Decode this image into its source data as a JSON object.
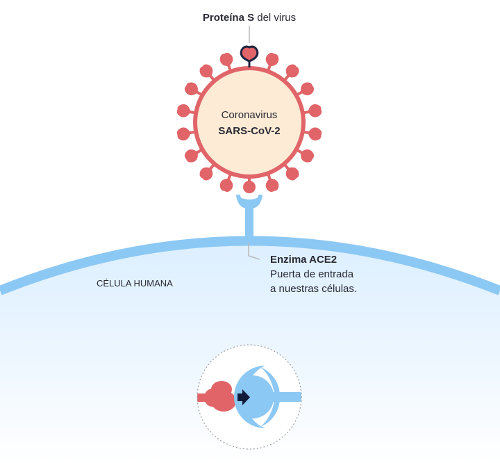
{
  "labels": {
    "spike_protein_bold": "Proteína S",
    "spike_protein_rest": " del virus",
    "virus_name_line1": "Coronavirus",
    "virus_name_line2": "SARS-CoV-2",
    "enzyme_title": "Enzima ACE2",
    "enzyme_desc_line1": "Puerta de entrada",
    "enzyme_desc_line2": "a nuestras células.",
    "cell_label": "CÉLULA HUMANA"
  },
  "colors": {
    "virus_spike": "#e06468",
    "virus_body": "#fdebd5",
    "highlight_spike": "#1f2340",
    "cell_membrane": "#8cc8f4",
    "cell_fill": "#e3f2fd",
    "receptor": "#8cc8f4",
    "arrow": "#121a3a",
    "leader_line": "#b8b8b8",
    "zoom_circle_border": "#9a9a9a"
  },
  "icons": {
    "virus": "coronavirus-icon",
    "receptor": "ace2-receptor-icon",
    "arrow": "arrow-right-icon"
  }
}
